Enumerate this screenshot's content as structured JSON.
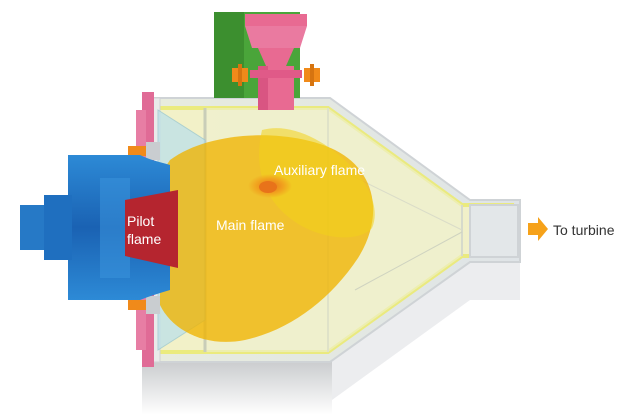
{
  "labels": {
    "pilot_flame_line1": "Pilot",
    "pilot_flame_line2": "flame",
    "main_flame": "Main flame",
    "auxiliary_flame": "Auxiliary flame",
    "to_turbine": "To turbine"
  },
  "colors": {
    "burner": "#1f6fbf",
    "pilot_flame": "#b5252f",
    "main_flame": "#f0b400",
    "auxiliary_flame": "#f3d21a",
    "auxiliary_injector": "#e86a92",
    "auxiliary_housing": "#4aa53a",
    "flange": "#e06b96",
    "bolt": "#f08a1a",
    "chamber_liner": "#f3f28a",
    "chamber_casing": "#d9dde0",
    "arrow": "#f6a21a"
  },
  "icons": {
    "outlet_arrow": "arrow-right-icon"
  }
}
